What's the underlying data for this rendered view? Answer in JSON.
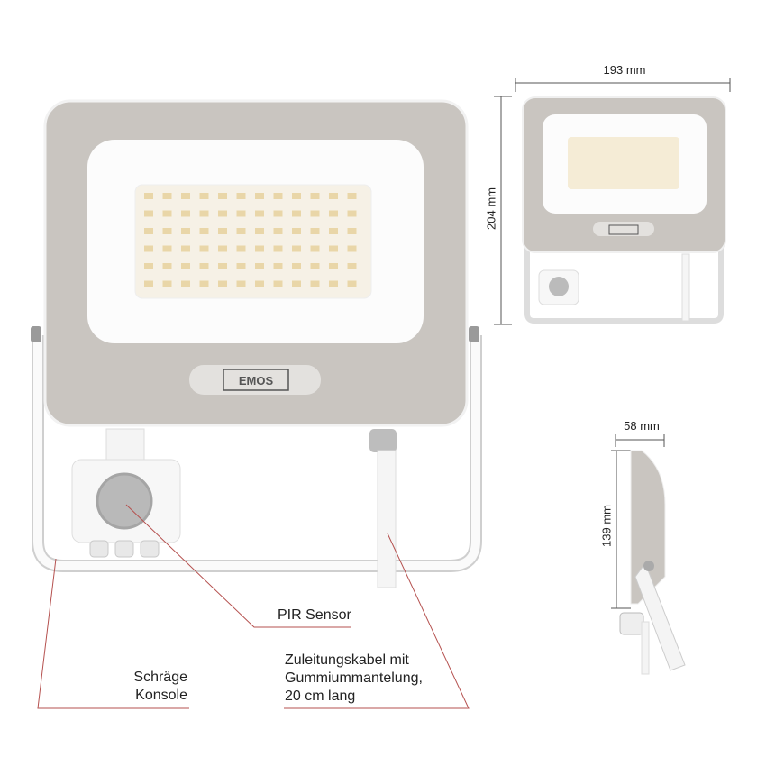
{
  "brand": "EMOS",
  "labels": {
    "pir_sensor": "PIR Sensor",
    "bracket": [
      "Schräge",
      "Konsole"
    ],
    "cable": [
      "Zuleitungskabel mit",
      "Gummiummantelung,",
      "20 cm lang"
    ]
  },
  "dimensions": {
    "width": "193 mm",
    "height": "204 mm",
    "depth": "58 mm",
    "side_height": "139 mm"
  },
  "colors": {
    "leader": "#b5514f",
    "frame": "#c9c5c0",
    "panel": "#ffffff",
    "led": "#f3e6c6"
  }
}
